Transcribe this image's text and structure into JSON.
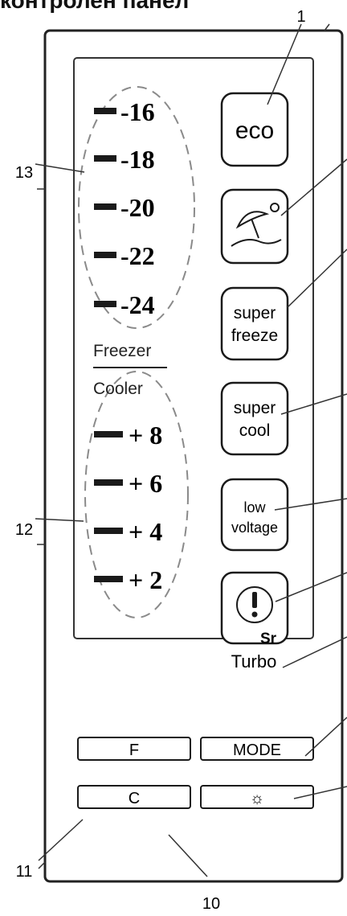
{
  "header": {
    "title": "контролен панел"
  },
  "callouts": {
    "c1": "1",
    "c10": "10",
    "c11": "11",
    "c12": "12",
    "c13": "13"
  },
  "freezer": {
    "label": "Freezer",
    "temps": [
      "-16",
      "-18",
      "-20",
      "-22",
      "-24"
    ]
  },
  "cooler": {
    "label": "Cooler",
    "temps": [
      "+ 8",
      "+ 6",
      "+ 4",
      "+ 2"
    ]
  },
  "buttons": {
    "eco": "eco",
    "super_freeze": [
      "super",
      "freeze"
    ],
    "super_cool": [
      "super",
      "cool"
    ],
    "low_voltage": [
      "low",
      "voltage"
    ],
    "alarm_sub": "Sr",
    "turbo": "Turbo"
  },
  "bottom_buttons": {
    "f": "F",
    "mode": "MODE",
    "c": "C",
    "light": "☼"
  },
  "icons": {
    "beach": "beach-umbrella-icon",
    "alarm": "exclamation-circle-icon"
  }
}
